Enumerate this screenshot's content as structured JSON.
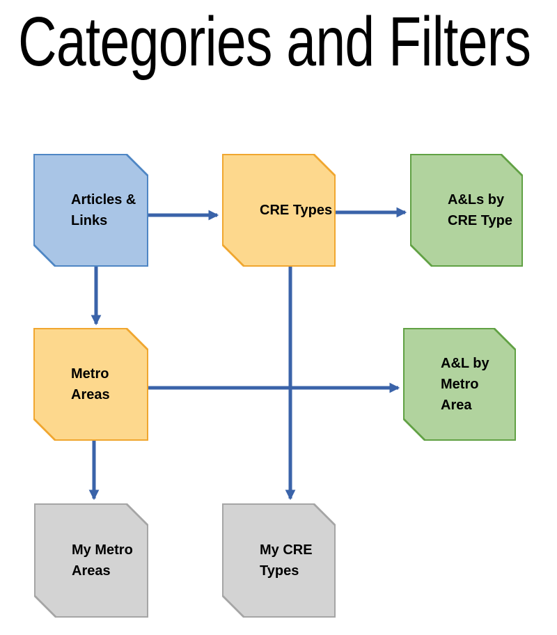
{
  "title": "Categories and Filters",
  "diagram": {
    "arrow_color": "#3A63A9",
    "nodes": [
      {
        "id": "articles-links",
        "lines": [
          "Articles &",
          "Links"
        ],
        "fill": "#A9C5E6",
        "border": "#4E86C4"
      },
      {
        "id": "cre-types",
        "lines": [
          "CRE Types"
        ],
        "fill": "#FDD88D",
        "border": "#F0A62F"
      },
      {
        "id": "als-by-cre-type",
        "lines": [
          "A&Ls by",
          "CRE Type"
        ],
        "fill": "#B1D39E",
        "border": "#61A144"
      },
      {
        "id": "metro-areas",
        "lines": [
          "Metro",
          "Areas"
        ],
        "fill": "#FDD88D",
        "border": "#F0A62F"
      },
      {
        "id": "al-by-metro-area",
        "lines": [
          "A&L by",
          "Metro",
          "Area"
        ],
        "fill": "#B1D39E",
        "border": "#61A144"
      },
      {
        "id": "my-metro-areas",
        "lines": [
          "My Metro",
          "Areas"
        ],
        "fill": "#D3D3D3",
        "border": "#A5A5A5"
      },
      {
        "id": "my-cre-types",
        "lines": [
          "My CRE",
          "Types"
        ],
        "fill": "#D3D3D3",
        "border": "#A5A5A5"
      }
    ],
    "edges": [
      {
        "from": "articles-links",
        "to": "cre-types"
      },
      {
        "from": "cre-types",
        "to": "als-by-cre-type"
      },
      {
        "from": "articles-links",
        "to": "metro-areas"
      },
      {
        "from": "metro-areas",
        "to": "al-by-metro-area"
      },
      {
        "from": "cre-types",
        "to": "my-cre-types"
      },
      {
        "from": "metro-areas",
        "to": "my-metro-areas"
      }
    ]
  }
}
